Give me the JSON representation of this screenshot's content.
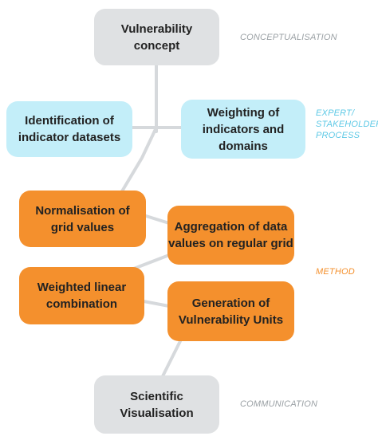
{
  "nodes": {
    "vulnerability_concept": "Vulnerability\nconcept",
    "identification": "Identification of\nindicator datasets",
    "weighting": "Weighting of\nindicators and\ndomains",
    "normalisation": "Normalisation of\ngrid values",
    "aggregation": "Aggregation of data\nvalues on regular grid",
    "weighted_linear": "Weighted linear\ncombination",
    "generation": "Generation of\nVulnerability Units",
    "scientific_visualisation": "Scientific\nVisualisation"
  },
  "stages": {
    "conceptualisation": "CONCEPTUALISATION",
    "expert": "EXPERT/\nSTAKEHOLDER\nPROCESS",
    "method": "METHOD",
    "communication": "COMMUNICATION"
  },
  "colors": {
    "connector": "#d6d9dc",
    "grey": "#dfe1e3",
    "blue": "#c3eef9",
    "orange": "#f4902d",
    "stage_grey": "#9aa0a4",
    "stage_blue": "#5ec9e6",
    "stage_orange": "#f4902d"
  }
}
